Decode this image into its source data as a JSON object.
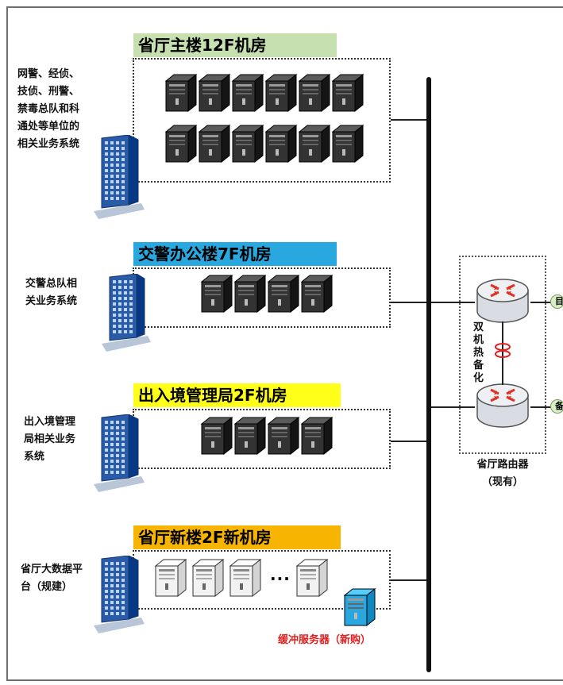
{
  "rooms": {
    "main": {
      "title": "省厅主楼12F机房",
      "title_color": "#c7e0b0",
      "description": [
        "网警、经侦、",
        "技侦、刑警、",
        "禁毒总队和科",
        "通处等单位的",
        "相关业务系统"
      ]
    },
    "traffic": {
      "title": "交警办公楼7F机房",
      "title_color": "#29a8df",
      "description": [
        "交警总队相",
        "关业务系统"
      ]
    },
    "immigration": {
      "title": "出入境管理局2F机房",
      "title_color": "#ffff1a",
      "description": [
        "出入境管理",
        "局相关业务",
        "系统"
      ]
    },
    "newbuilding": {
      "title": "省厅新楼2F新机房",
      "title_color": "#f7b400",
      "description": [
        "省厅大数据平",
        "台（规建）"
      ],
      "dots": "···"
    }
  },
  "router_group": {
    "vertical_label": [
      "双",
      "机",
      "热",
      "备",
      "化"
    ],
    "caption_line1": "省厅路由器",
    "caption_line2": "（现有）"
  },
  "edge_tags": [
    "目",
    "备"
  ],
  "buffer_server_label": "缓冲服务器（新购）",
  "colors": {
    "server_dark": "#333333",
    "server_light": "#f2f2f2",
    "server_blue": "#2aa6e0",
    "building": "#2a5ba8",
    "buffer_label": "#e02020"
  }
}
